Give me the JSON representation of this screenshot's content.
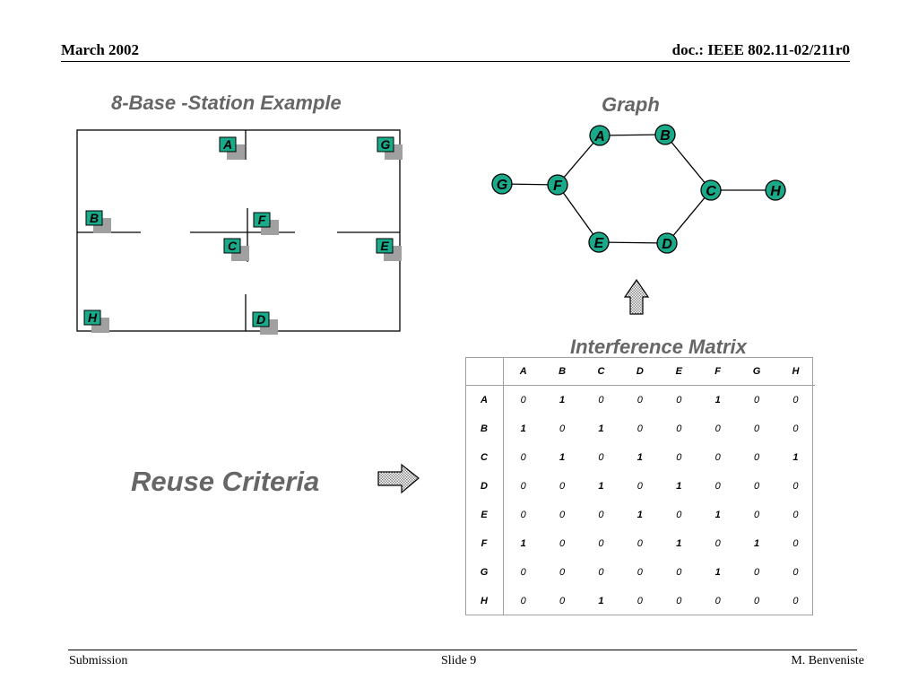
{
  "header": {
    "left": "March 2002",
    "right": "doc.: IEEE 802.11-02/211r0"
  },
  "footer": {
    "left": "Submission",
    "center": "Slide 9",
    "right": "M. Benveniste"
  },
  "floor_plan": {
    "title": "8-Base -Station Example",
    "stations": [
      "A",
      "G",
      "B",
      "F",
      "C",
      "E",
      "H",
      "D"
    ]
  },
  "graph": {
    "title": "Graph",
    "nodes": [
      "A",
      "B",
      "G",
      "F",
      "C",
      "H",
      "E",
      "D"
    ],
    "edges": [
      [
        "A",
        "B"
      ],
      [
        "A",
        "F"
      ],
      [
        "B",
        "C"
      ],
      [
        "G",
        "F"
      ],
      [
        "F",
        "E"
      ],
      [
        "C",
        "D"
      ],
      [
        "C",
        "H"
      ],
      [
        "E",
        "D"
      ]
    ]
  },
  "matrix": {
    "title": "Interference Matrix",
    "labels": [
      "A",
      "B",
      "C",
      "D",
      "E",
      "F",
      "G",
      "H"
    ],
    "rows": [
      [
        "0",
        "1",
        "0",
        "0",
        "0",
        "1",
        "0",
        "0"
      ],
      [
        "1",
        "0",
        "1",
        "0",
        "0",
        "0",
        "0",
        "0"
      ],
      [
        "0",
        "1",
        "0",
        "1",
        "0",
        "0",
        "0",
        "1"
      ],
      [
        "0",
        "0",
        "1",
        "0",
        "1",
        "0",
        "0",
        "0"
      ],
      [
        "0",
        "0",
        "0",
        "1",
        "0",
        "1",
        "0",
        "0"
      ],
      [
        "1",
        "0",
        "0",
        "0",
        "1",
        "0",
        "1",
        "0"
      ],
      [
        "0",
        "0",
        "0",
        "0",
        "0",
        "1",
        "0",
        "0"
      ],
      [
        "0",
        "0",
        "1",
        "0",
        "0",
        "0",
        "0",
        "0"
      ]
    ]
  },
  "reuse": {
    "title": "Reuse Criteria"
  },
  "colors": {
    "station_fill": "#1aaa8a",
    "shadow": "#a0a0a0",
    "title_gray": "#666666"
  }
}
